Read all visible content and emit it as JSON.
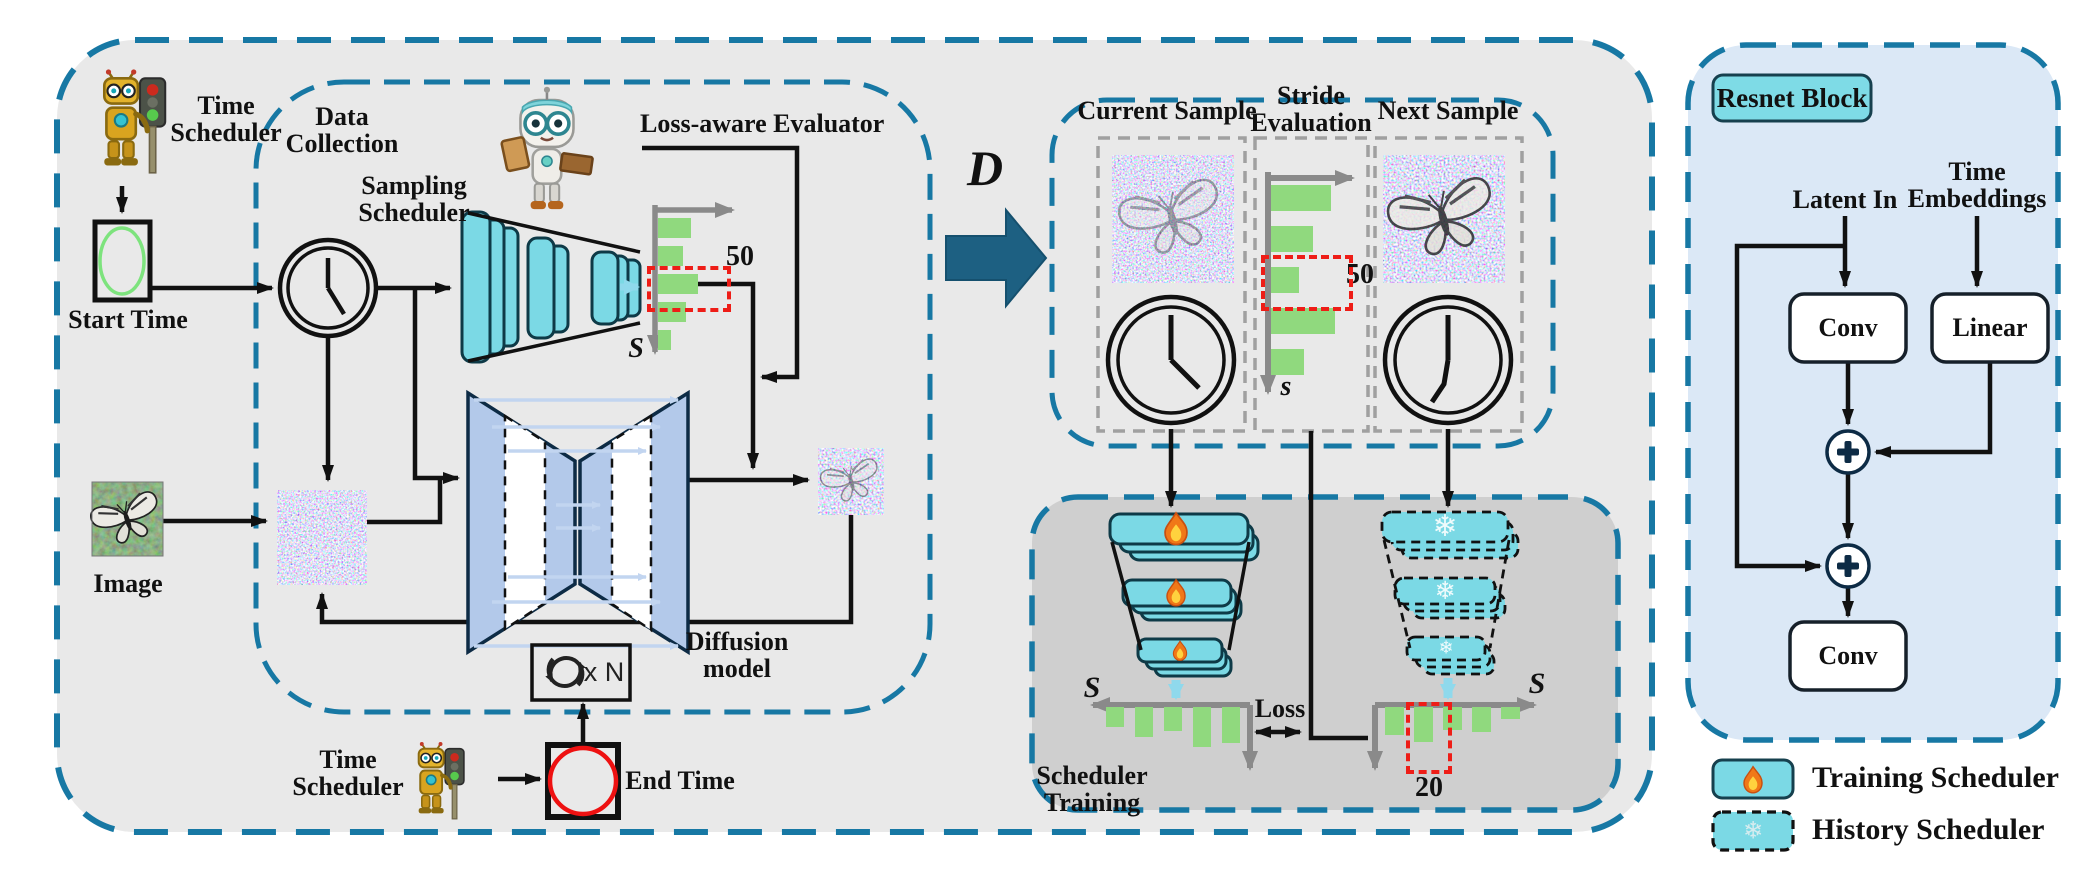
{
  "pipeline": {
    "time_scheduler_top": {
      "line1": "Time",
      "line2": "Scheduler"
    },
    "start_time_label": "Start Time",
    "data_collection": {
      "line1": "Data",
      "line2": "Collection"
    },
    "sampling_scheduler": {
      "line1": "Sampling",
      "line2": "Scheduler"
    },
    "loss_aware_evaluator_label": "Loss-aware Evaluator",
    "evaluator_chart": {
      "axis_label": "S",
      "highlight_value": "50",
      "bar_lengths": [
        33,
        25,
        40,
        28,
        13
      ]
    },
    "image_label": "Image",
    "diffusion_model": {
      "line1": "Diffusion",
      "line2": "model"
    },
    "loop_label": "x N",
    "time_scheduler_bottom": {
      "line1": "Time",
      "line2": "Scheduler"
    },
    "end_time_label": "End Time"
  },
  "transition": {
    "label": "D"
  },
  "sampling_panel": {
    "current_sample_label": "Current Sample",
    "stride_evaluation": {
      "line1": "Stride",
      "line2": "Evaluation"
    },
    "next_sample_label": "Next Sample",
    "stride_chart": {
      "axis_label": "s",
      "highlight_value": "50",
      "bar_lengths": [
        60,
        42,
        28,
        64,
        33
      ]
    }
  },
  "scheduler_training": {
    "title": {
      "line1": "Scheduler",
      "line2": "Training"
    },
    "loss_label": "Loss",
    "training_chart": {
      "axis_label": "S",
      "bar_lengths": [
        20,
        30,
        24,
        40,
        36
      ]
    },
    "history_chart": {
      "axis_label": "S",
      "highlight_value": "20",
      "bar_lengths": [
        28,
        35,
        23,
        25,
        12
      ]
    }
  },
  "resnet_block": {
    "title": "Resnet Block",
    "latent_in": "Latent In",
    "time_embeddings": {
      "line1": "Time",
      "line2": "Embeddings"
    },
    "conv_top": "Conv",
    "linear": "Linear",
    "conv_bottom": "Conv"
  },
  "legend": {
    "training": "Training Scheduler",
    "history": "History Scheduler"
  },
  "icons": {
    "fire": "flame-icon",
    "snow": "snowflake-icon",
    "snow_glyph": "❄"
  },
  "colors": {
    "panel_border": "#1778a4",
    "cyan_block": "#7bd9e5",
    "green_bar": "#90d97e",
    "highlight_red": "#ee1d17",
    "arrow_blue": "#1d6082",
    "resnet_bg": "#dbe8f6"
  }
}
